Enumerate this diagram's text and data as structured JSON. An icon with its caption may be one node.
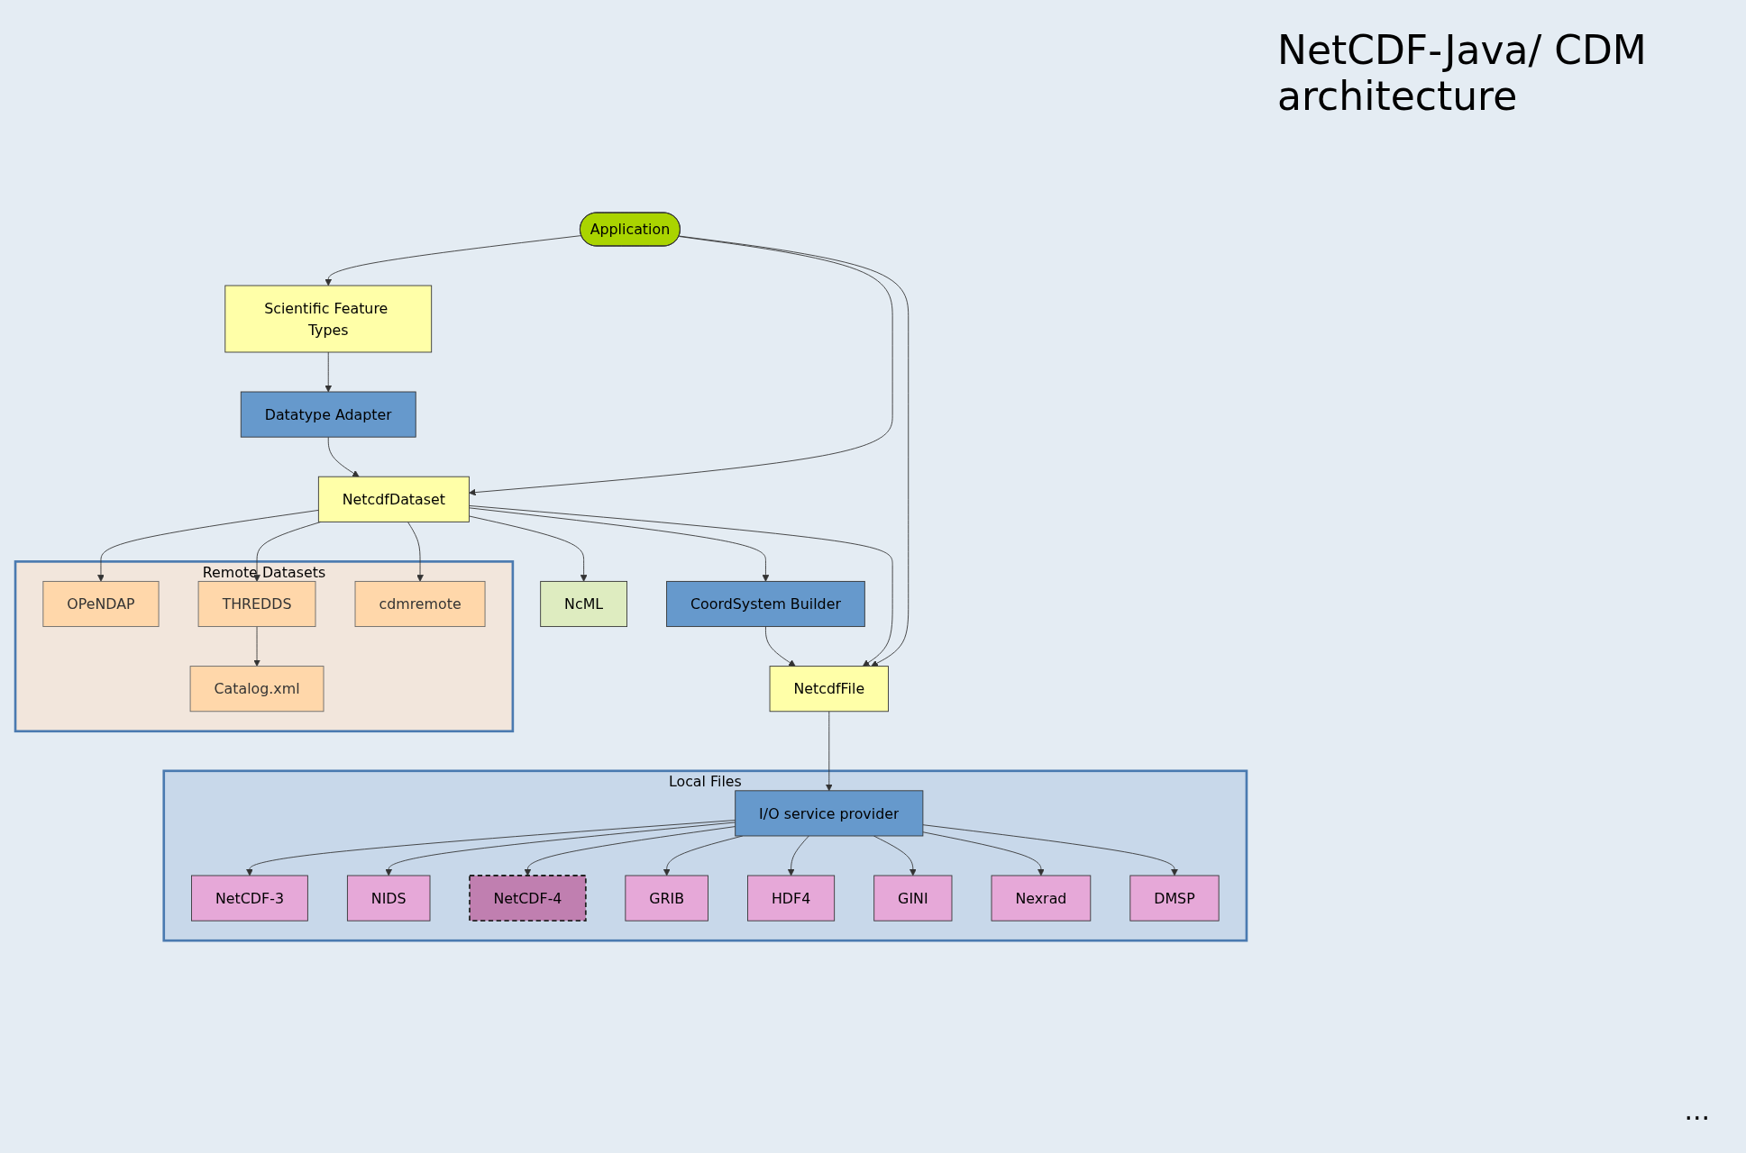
{
  "diagram": {
    "title": "NetCDF-Java/ CDM architecture",
    "nodes": [
      {
        "text": [
          "Scientific Feature Types"
        ]
      },
      {
        "text": [
          "Datatype Adapter"
        ]
      },
      {
        "text": [
          "Application"
        ]
      },
      {
        "text": [
          "NetcdfDataset"
        ]
      },
      {
        "text": [
          "Remote Datasets"
        ]
      },
      {
        "text": [
          "OPeNDAP"
        ],
        "in": 4
      },
      {
        "text": [
          "THREDDS"
        ],
        "in": 4
      },
      {
        "text": [
          "Catalog.xml"
        ],
        "in": 4
      },
      {
        "text": [
          "cdmremote"
        ],
        "in": 4
      },
      {
        "text": [
          "CoordSystem Builder"
        ]
      },
      {
        "text": [
          "NcML"
        ]
      },
      {
        "text": [
          "NetcdfFile"
        ]
      },
      {
        "text": [
          "Local Files"
        ]
      },
      {
        "text": [
          "I/O service provider"
        ],
        "in": 12
      },
      {
        "text": [
          "NetCDF-3"
        ],
        "in": 12
      },
      {
        "text": [
          "NIDS"
        ],
        "in": 12
      },
      {
        "text": [
          "NetCDF-4"
        ],
        "in": 12
      },
      {
        "text": [
          "GRIB"
        ],
        "in": 12
      },
      {
        "text": [
          "HDF4"
        ],
        "in": 12
      },
      {
        "text": [
          "GINI"
        ],
        "in": 12
      },
      {
        "text": [
          "Nexrad"
        ],
        "in": 12
      },
      {
        "text": [
          "DMSP"
        ],
        "in": 12
      }
    ],
    "edges": [
      {
        "from": 2,
        "to": 0,
        "arrow": "to"
      },
      {
        "from": 0,
        "to": 1,
        "arrow": "to"
      },
      {
        "from": 1,
        "to": 3,
        "arrow": "to"
      },
      {
        "from": 2,
        "to": 3,
        "arrow": "to"
      },
      {
        "from": 2,
        "to": 11,
        "arrow": "to"
      },
      {
        "from": 3,
        "to": 5,
        "arrow": "to"
      },
      {
        "from": 3,
        "to": 6,
        "arrow": "to"
      },
      {
        "from": 6,
        "to": 7,
        "arrow": "to"
      },
      {
        "from": 3,
        "to": 8,
        "arrow": "to"
      },
      {
        "from": 3,
        "to": 10,
        "arrow": "to"
      },
      {
        "from": 3,
        "to": 9,
        "arrow": "to"
      },
      {
        "from": 3,
        "to": 11,
        "arrow": "to"
      },
      {
        "from": 9,
        "to": 11,
        "arrow": "to"
      },
      {
        "from": 11,
        "to": 13,
        "arrow": "to"
      },
      {
        "from": 13,
        "to": 14,
        "arrow": "to"
      },
      {
        "from": 13,
        "to": 15,
        "arrow": "to"
      },
      {
        "from": 13,
        "to": 16,
        "arrow": "to"
      },
      {
        "from": 13,
        "to": 17,
        "arrow": "to"
      },
      {
        "from": 13,
        "to": 18,
        "arrow": "to"
      },
      {
        "from": 13,
        "to": 19,
        "arrow": "to"
      },
      {
        "from": 13,
        "to": 20,
        "arrow": "to"
      },
      {
        "from": 13,
        "to": 21,
        "arrow": "to"
      }
    ],
    "labels": [
      "..."
    ]
  }
}
